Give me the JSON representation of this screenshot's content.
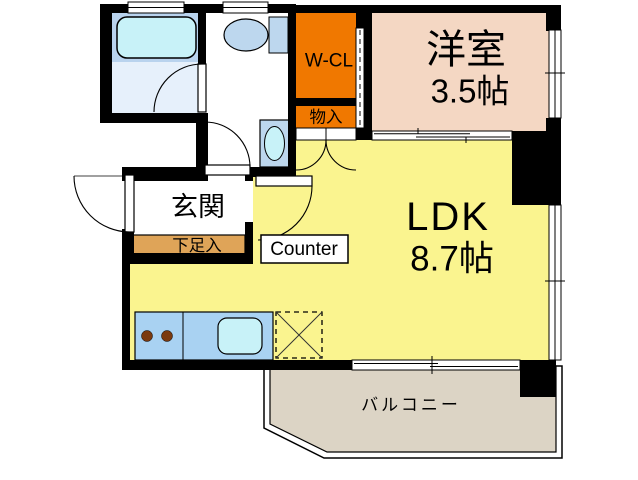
{
  "floorplan": {
    "labels": {
      "western_room": "洋室",
      "western_room_size": "3.5帖",
      "ldk": "LDK",
      "ldk_size": "8.7帖",
      "entrance": "玄関",
      "shoe_storage": "下足入",
      "walk_in_closet": "W-CL",
      "storage": "物入",
      "counter": "Counter",
      "balcony": "バルコニー"
    },
    "colors": {
      "wall": "#000000",
      "ldk_floor": "#FAF48F",
      "western_room_floor": "#F4D7C3",
      "closet_orange": "#F07800",
      "shoe_storage_tan": "#DFA458",
      "balcony_beige": "#DCD4C5",
      "kitchen_counter_blue": "#A9D2F2",
      "sink_cyan": "#C8F2F8",
      "bath_upper_blue": "#B9D3EE",
      "bath_lower_blue": "#E6F0FB",
      "bathtub_cyan": "#C8F2F8",
      "fixture_blue": "#BDD7EE",
      "burner_brown": "#7A3A10",
      "balcony_text": "#4C4C46"
    }
  }
}
